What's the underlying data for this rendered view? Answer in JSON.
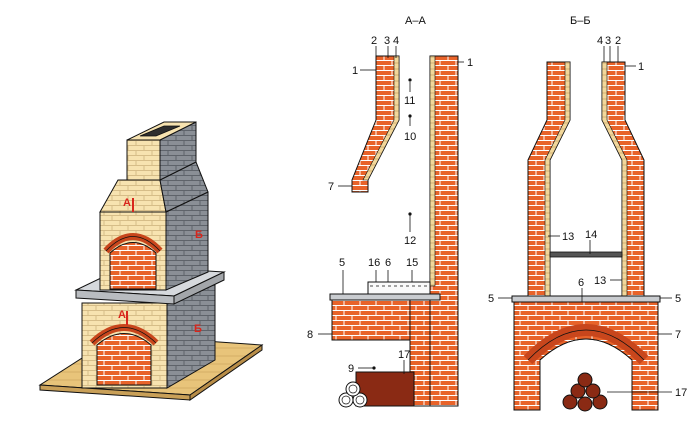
{
  "sections": {
    "aa": "А–А",
    "bb": "Б–Б"
  },
  "markers": {
    "a_top": "А",
    "b_top": "Б",
    "a_bottom": "А",
    "b_bottom": "Б"
  },
  "labels_aa": {
    "l2": "2",
    "l3": "3",
    "l4": "4",
    "l1_left": "1",
    "l1_right": "1",
    "l11": "11",
    "l10": "10",
    "l7": "7",
    "l12": "12",
    "l5": "5",
    "l16": "16",
    "l6": "6",
    "l15": "15",
    "l8": "8",
    "l9": "9",
    "l17": "17"
  },
  "labels_bb": {
    "l4": "4",
    "l3": "3",
    "l2": "2",
    "l1": "1",
    "l13a": "13",
    "l14": "14",
    "l13b": "13",
    "l5_left": "5",
    "l6": "6",
    "l5_right": "5",
    "l7": "7",
    "l17": "17"
  },
  "colors": {
    "brick": "#e8632a",
    "brick_dark": "#c8461c",
    "mortar": "#ffffff",
    "fireclay": "#f2d79a",
    "light_brick": "#f7e3b0",
    "gray_brick": "#8a8f96",
    "gray_dark": "#5e636a",
    "platform": "#e8c47a",
    "slab": "#c9ccd0",
    "wood": "#8a2a14",
    "line": "#111111"
  },
  "icons": {
    "log": "log-icon"
  }
}
